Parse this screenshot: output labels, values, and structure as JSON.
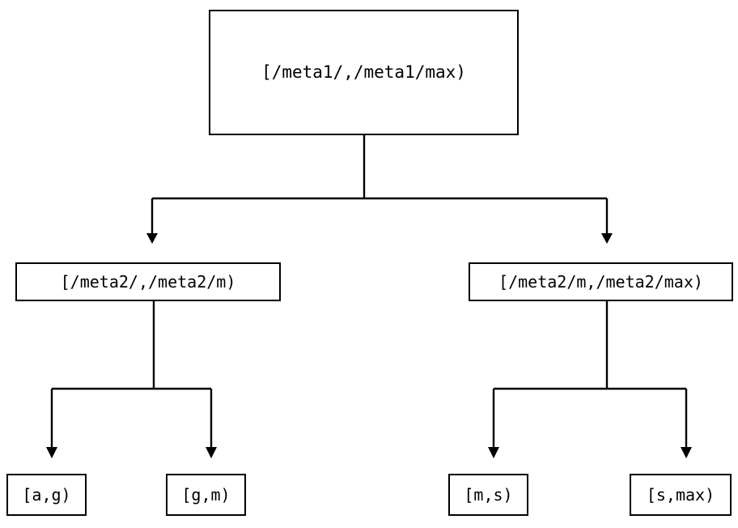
{
  "diagram": {
    "type": "interval-partition-tree",
    "background_color": "#ffffff",
    "line_color": "#000000",
    "text_color": "#000000",
    "nodes": {
      "root": {
        "label": "[/meta1/,/meta1/max)"
      },
      "mid_left": {
        "label": "[/meta2/,/meta2/m)"
      },
      "mid_right": {
        "label": "[/meta2/m,/meta2/max)"
      },
      "leaf_ag": {
        "label": "[a,g)"
      },
      "leaf_gm": {
        "label": "[g,m)"
      },
      "leaf_ms": {
        "label": "[m,s)"
      },
      "leaf_smax": {
        "label": "[s,max)"
      }
    },
    "edges": [
      {
        "from": "root",
        "to": "mid_left",
        "arrow": "down-triangle"
      },
      {
        "from": "root",
        "to": "mid_right",
        "arrow": "down-triangle"
      },
      {
        "from": "mid_left",
        "to": "leaf_ag",
        "arrow": "down-triangle"
      },
      {
        "from": "mid_left",
        "to": "leaf_gm",
        "arrow": "down-triangle"
      },
      {
        "from": "mid_right",
        "to": "leaf_ms",
        "arrow": "down-triangle"
      },
      {
        "from": "mid_right",
        "to": "leaf_smax",
        "arrow": "down-triangle"
      }
    ]
  }
}
